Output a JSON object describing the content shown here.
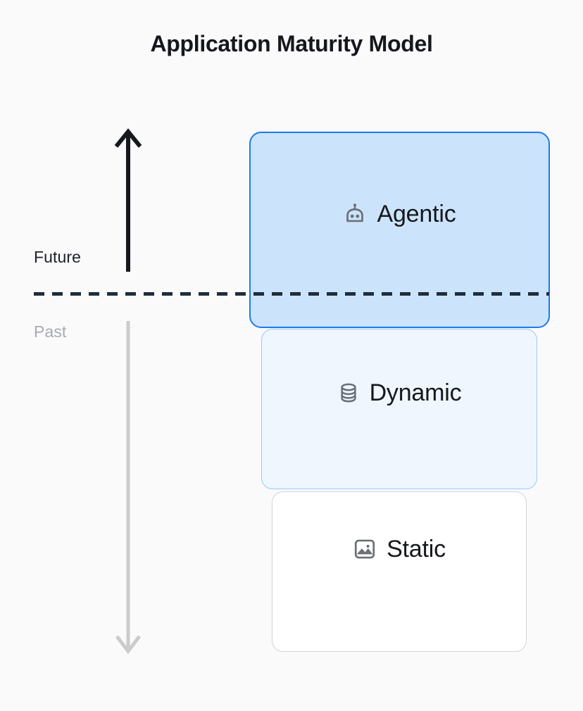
{
  "page": {
    "title": "Application Maturity Model",
    "background_color": "#fafafa"
  },
  "axis": {
    "future_label": "Future",
    "past_label": "Past",
    "future_color": "#1d2026",
    "past_color": "#a8abaf",
    "up_arrow_icon": "arrow-up-icon",
    "up_arrow_color": "#16181d",
    "down_arrow_icon": "arrow-down-icon",
    "down_arrow_color": "#c9cbcd",
    "divider_icon": "dashed-divider",
    "divider_color": "#1f2d3d"
  },
  "stack": {
    "levels": [
      {
        "id": "agentic",
        "label": "Agentic",
        "icon": "robot-icon",
        "fill_color": "#cce4fb",
        "border_color": "#1a7bf0",
        "icon_color": "#6b7076"
      },
      {
        "id": "dynamic",
        "label": "Dynamic",
        "icon": "database-icon",
        "fill_color": "#eff6fe",
        "border_color": "#97caf9",
        "icon_color": "#6b7076"
      },
      {
        "id": "static",
        "label": "Static",
        "icon": "image-icon",
        "fill_color": "#ffffff",
        "border_color": "#d2d4d6",
        "icon_color": "#6b7076"
      }
    ]
  }
}
